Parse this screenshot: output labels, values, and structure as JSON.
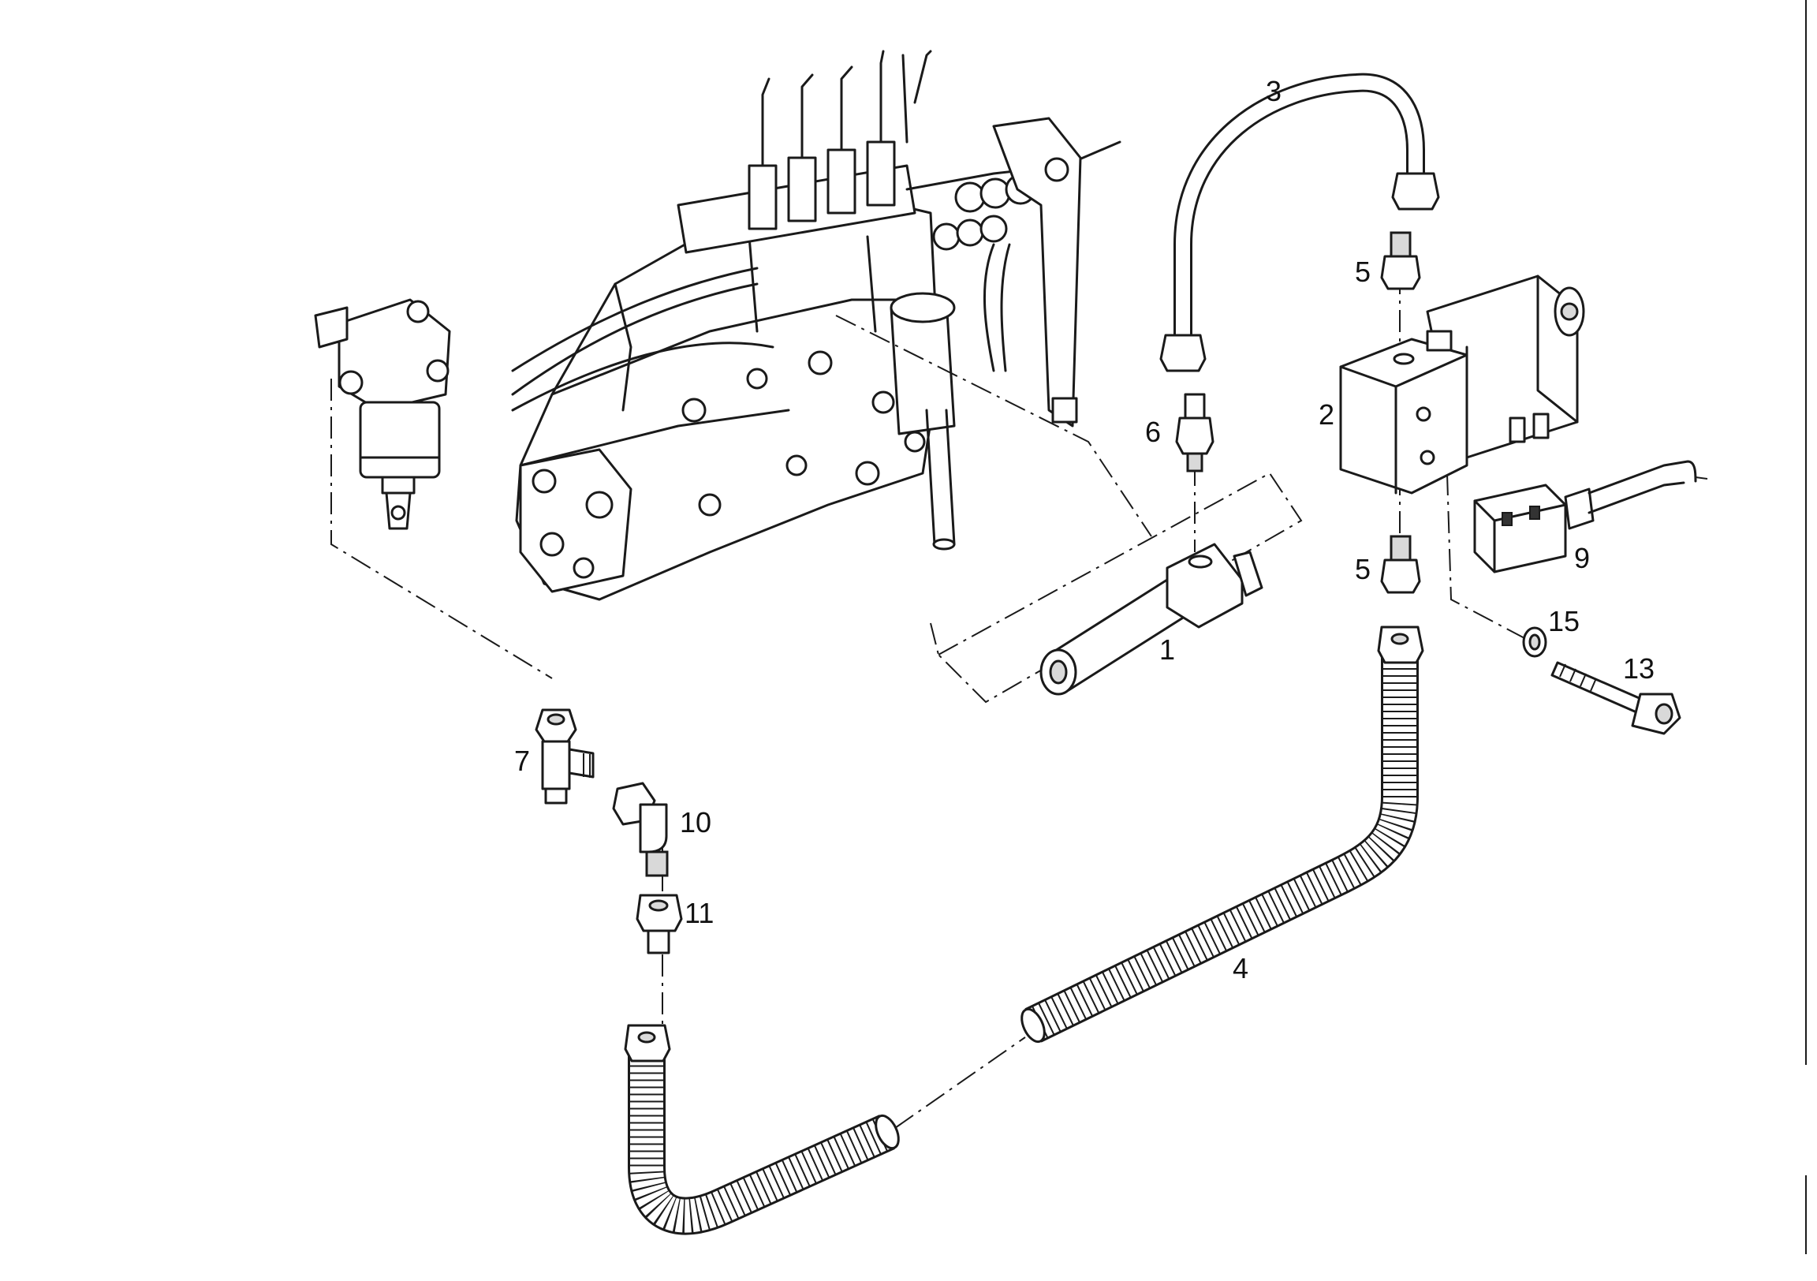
{
  "callouts": [
    "1",
    "2",
    "3",
    "4",
    "5",
    "5",
    "6",
    "7",
    "9",
    "10",
    "11",
    "13",
    "15"
  ]
}
